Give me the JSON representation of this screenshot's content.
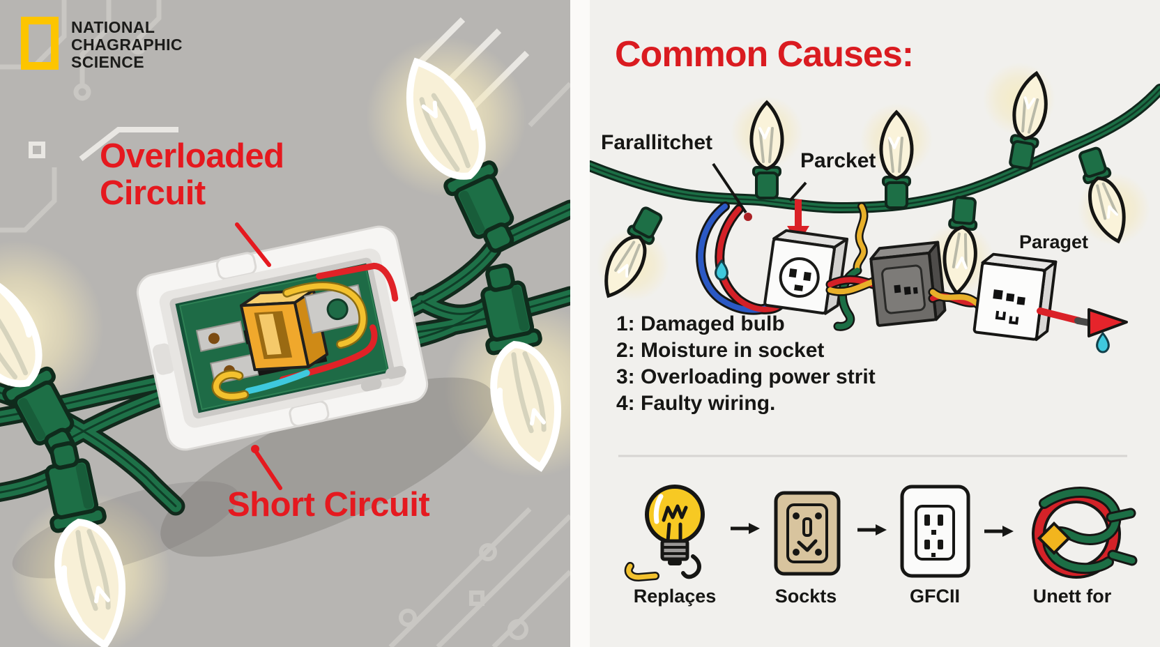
{
  "brand": {
    "line1": "NATIONAL",
    "line2": "CHAGRAPHIC",
    "line3": "SCIENCE"
  },
  "left_panel": {
    "overloaded_line1": "Overloaded",
    "overloaded_line2": "Circuit",
    "short_circuit_label": "Short Circuit"
  },
  "right_panel": {
    "title": "Common Causes:",
    "string_labels": [
      {
        "text": "Farallitchet"
      },
      {
        "text": "Parcket"
      },
      {
        "text": "Paraget"
      }
    ],
    "causes": [
      "1: Damaged bulb",
      "2: Moisture in socket",
      "3: Overloading power strit",
      "4: Faulty wiring."
    ],
    "steps": [
      {
        "icon": "bulb-icon",
        "label": "Replaçes"
      },
      {
        "icon": "socket-plate-icon",
        "label": "Sockts"
      },
      {
        "icon": "gfci-outlet-icon",
        "label": "GFCII"
      },
      {
        "icon": "tangled-wire-icon",
        "label": "Unett for"
      }
    ]
  },
  "colors": {
    "accent_red": "#e5191f",
    "title_red": "#da1b20",
    "wire_green": "#1d6f46",
    "wire_outline": "#10271c",
    "bulb_cream": "#f8f0d7",
    "pcb_green": "#1e6b46",
    "fuse_orange": "#f0a82c",
    "trace_yellow": "#f3c12e",
    "trace_cyan": "#3ec9de",
    "water_cyan": "#3fc9dd",
    "logo_yellow": "#fdc500",
    "panel_left_bg": "#b7b5b2",
    "panel_right_bg": "#f1f0ed"
  }
}
